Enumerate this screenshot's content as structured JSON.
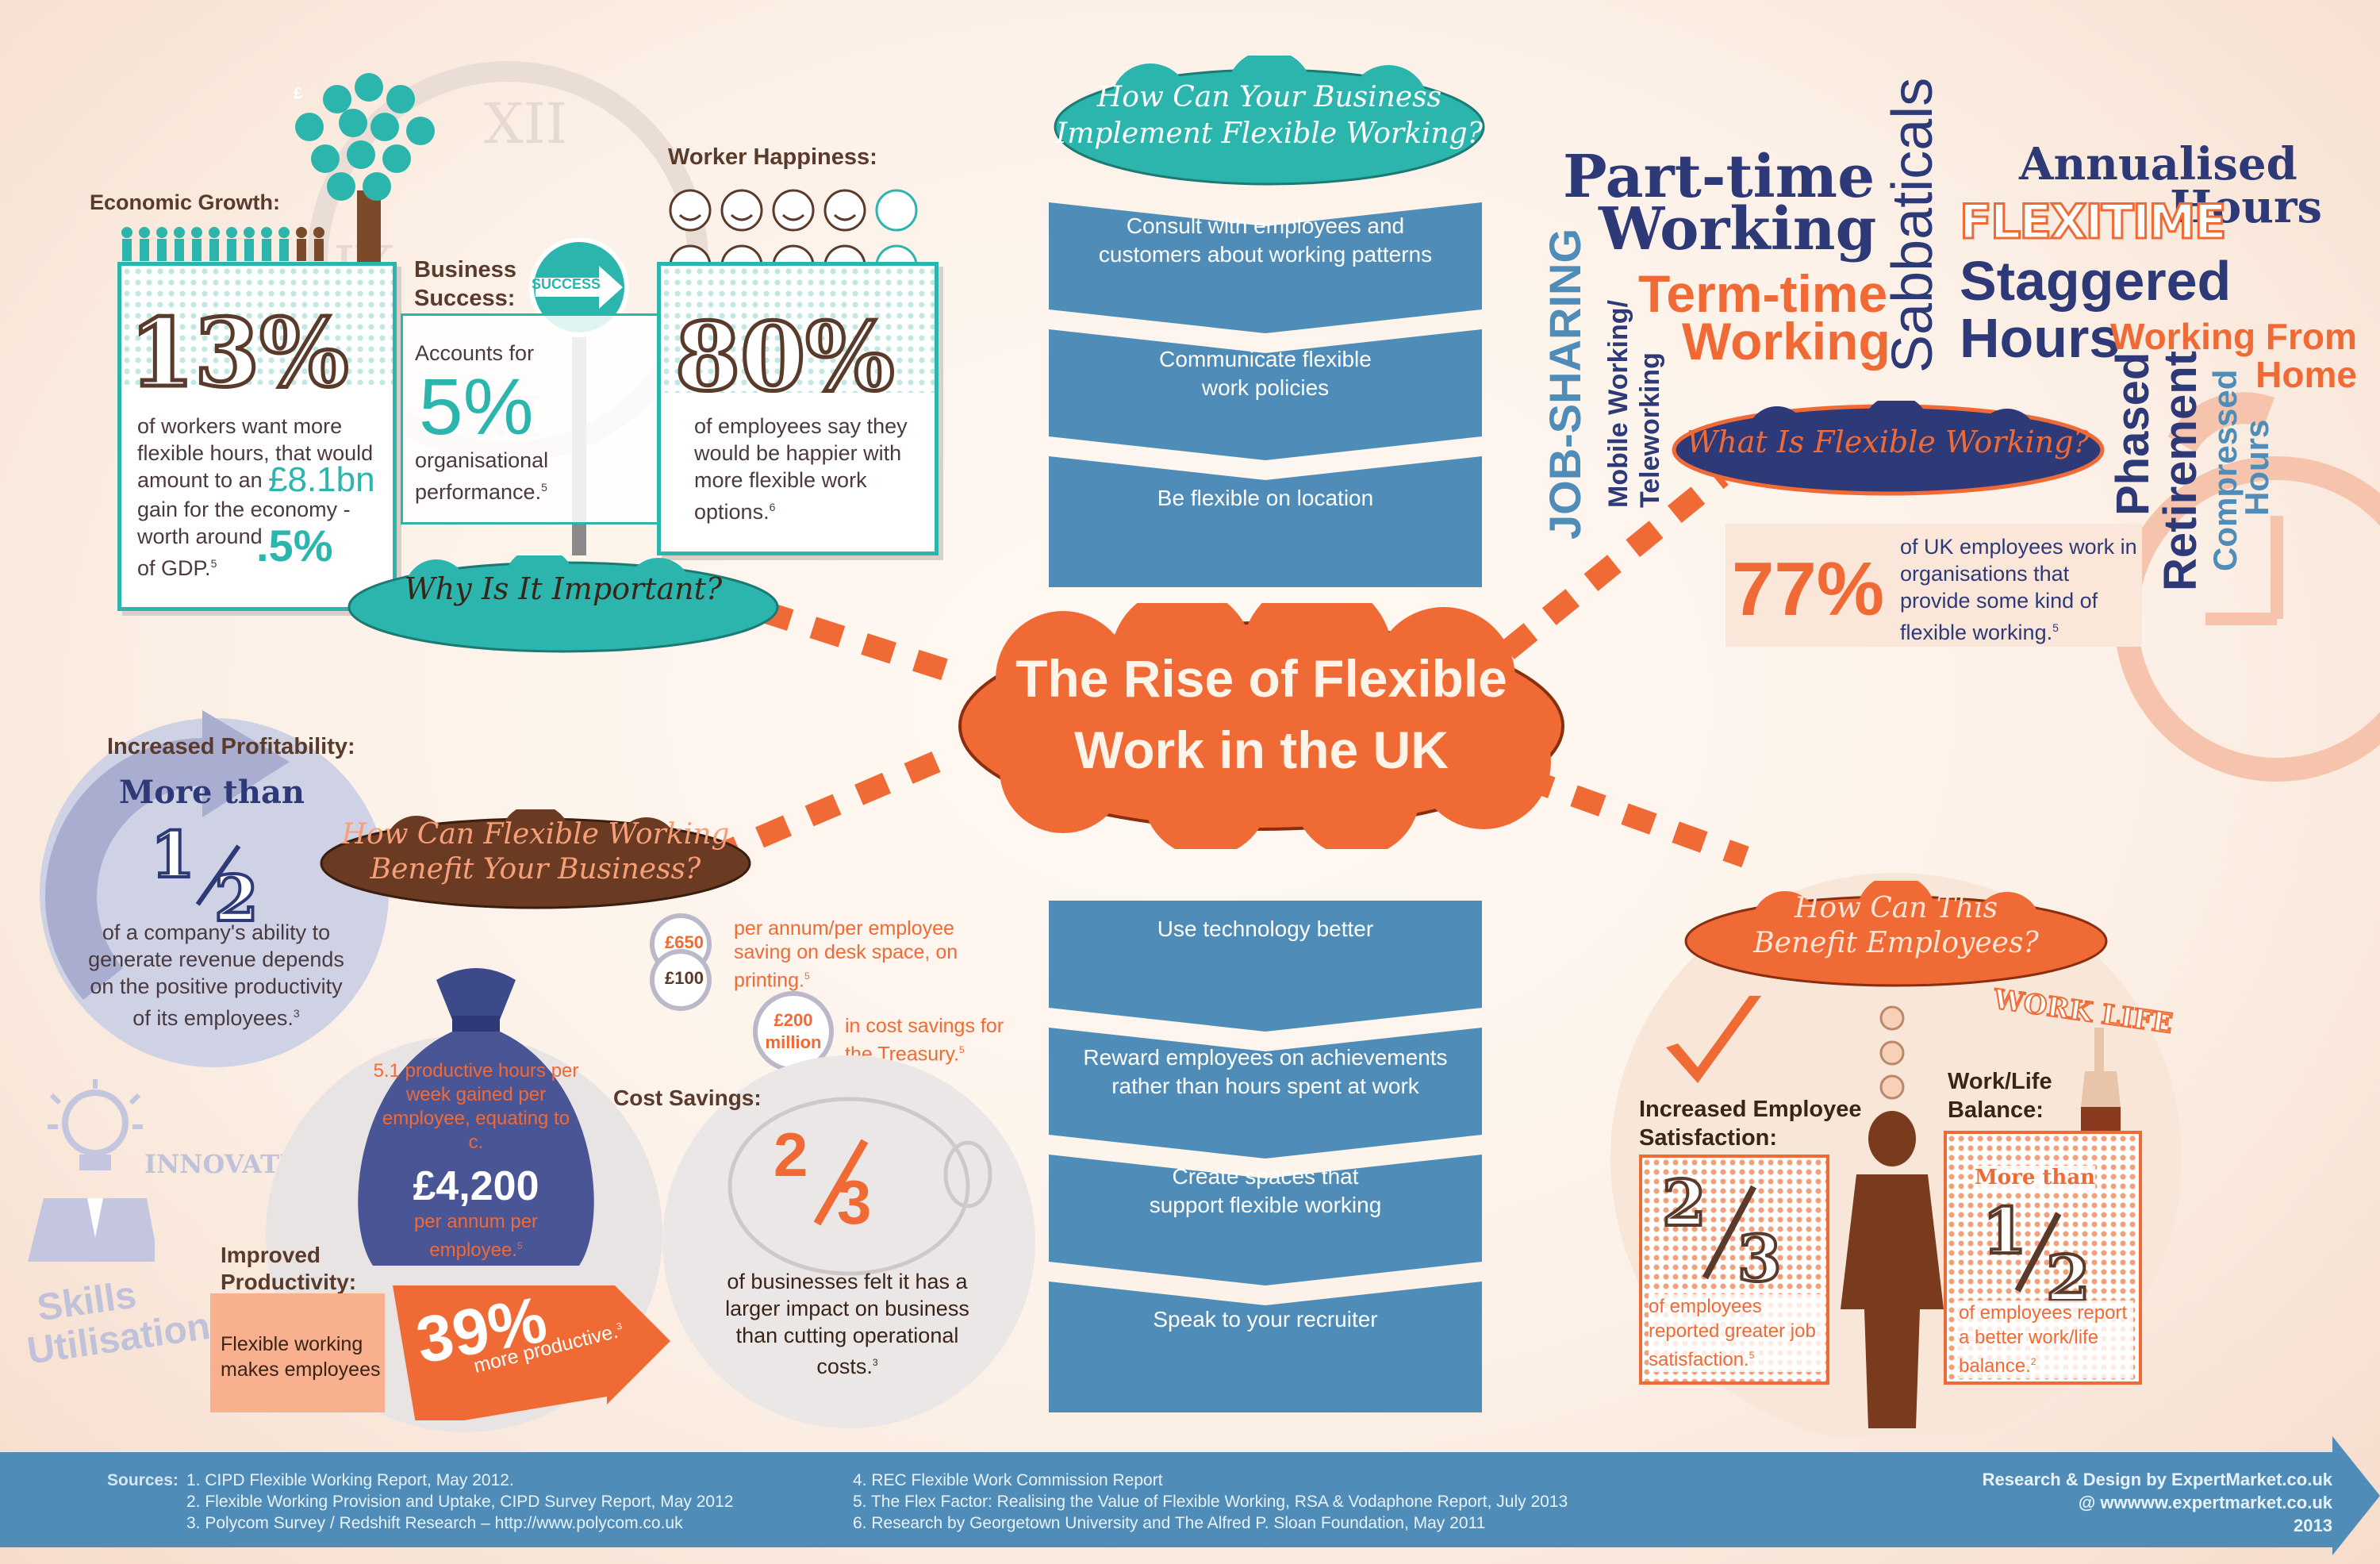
{
  "title": {
    "line1": "The Rise of Flexible",
    "line2": "Work in the UK"
  },
  "why_important": {
    "label": "Why Is It Important?",
    "economic": {
      "heading": "Economic Growth:",
      "percent": "13%",
      "text_a": "of workers want more flexible hours, that would amount to an",
      "amount": "£8.1bn",
      "text_b": "gain for the economy - worth around",
      "gdp": ".5%",
      "text_c": "of GDP.",
      "ref": "5",
      "coin_symbol": "£"
    },
    "business": {
      "heading_1": "Business",
      "heading_2": "Success:",
      "sign": "SUCCESS",
      "accounts": "Accounts for",
      "percent": "5%",
      "text": "organisational performance.",
      "ref": "5"
    },
    "happiness": {
      "heading": "Worker Happiness:",
      "percent": "80%",
      "text": "of employees say they would be happier with more flexible work options.",
      "ref": "6"
    }
  },
  "implement": {
    "label_1": "How Can Your Business",
    "label_2": "Implement Flexible Working?",
    "steps_top": [
      {
        "line1": "Consult with employees and",
        "line2": "customers about working patterns"
      },
      {
        "line1": "Communicate flexible",
        "line2": "work policies"
      },
      {
        "line1": "Be flexible on location",
        "line2": ""
      }
    ],
    "steps_bottom": [
      {
        "line1": "Use technology better",
        "line2": ""
      },
      {
        "line1": "Reward employees on achievements",
        "line2": "rather than hours spent at work"
      },
      {
        "line1": "Create spaces that",
        "line2": "support flexible working"
      },
      {
        "line1": "Speak to your recruiter",
        "line2": ""
      }
    ]
  },
  "what_is": {
    "label": "What Is Flexible Working?",
    "words": {
      "part_time_1": "Part-time",
      "part_time_2": "Working",
      "sabbaticals": "Sabbaticals",
      "annualised_1": "Annualised",
      "annualised_2": "Hours",
      "flexitime": "FLEXITIME",
      "term_time_1": "Term-time",
      "term_time_2": "Working",
      "staggered_1": "Staggered",
      "staggered_2": "Hours",
      "wfh_1": "Working From",
      "wfh_2": "Home",
      "job_sharing": "JOB-SHARING",
      "mobile_1": "Mobile Working/",
      "mobile_2": "Teleworking",
      "phased": "Phased",
      "retirement": "Retirement",
      "compressed_1": "Compressed",
      "compressed_2": "Hours"
    },
    "stat": {
      "percent": "77%",
      "text": "of UK employees work in organisations that provide some kind of flexible working.",
      "ref": "5"
    }
  },
  "benefit_business": {
    "label_1": "How Can Flexible Working",
    "label_2": "Benefit Your Business?",
    "profitability": {
      "heading": "Increased Profitability:",
      "more_than": "More than",
      "num": "1",
      "den": "2",
      "text": "of a company's ability to generate revenue depends on the positive productivity of its employees.",
      "ref": "3"
    },
    "innovation": "INNOVATION",
    "skills_1": "Skills",
    "skills_2": "Utilisation",
    "bag": {
      "text": "5.1 productive hours per week gained per employee, equating to c.",
      "amount": "£4,200",
      "per": "per annum per employee.",
      "ref": "5"
    },
    "productivity": {
      "heading_1": "Improved",
      "heading_2": "Productivity:",
      "text": "Flexible working makes employees",
      "percent": "39%",
      "more": "more productive.",
      "ref": "3"
    },
    "printing": {
      "coin_1": "£650",
      "coin_2": "£100",
      "text": "per annum/per employee saving on desk space, on printing.",
      "ref": "5"
    },
    "treasury": {
      "coin_1": "£200",
      "coin_2": "million",
      "text": "in cost savings for the Treasury.",
      "ref": "5"
    },
    "cost": {
      "heading": "Cost Savings:",
      "num": "2",
      "den": "3",
      "text": "of businesses felt it has a larger impact on business than cutting operational costs.",
      "ref": "3"
    }
  },
  "benefit_employees": {
    "label_1": "How Can This",
    "label_2": "Benefit Employees?",
    "satisfaction": {
      "heading_1": "Increased Employee",
      "heading_2": "Satisfaction:",
      "num": "2",
      "den": "3",
      "text": "of employees reported greater job satisfaction.",
      "ref": "5"
    },
    "balance": {
      "heading_1": "Work/Life",
      "heading_2": "Balance:",
      "sign": "WORK LIFE",
      "more_than": "More than",
      "num": "1",
      "den": "2",
      "text": "of employees report a better work/life balance.",
      "ref": "2"
    }
  },
  "footer": {
    "sources_label": "Sources:",
    "sources_left": [
      "1. CIPD Flexible Working Report, May 2012.",
      "2. Flexible Working Provision and Uptake, CIPD Survey Report, May 2012",
      "3. Polycom Survey / Redshift Research – http://www.polycom.co.uk"
    ],
    "sources_right": [
      "4. REC Flexible Work Commission Report",
      "5. The Flex Factor: Realising the Value of Flexible Working, RSA & Vodaphone Report, July 2013",
      "6. Research by Georgetown University and The Alfred P. Sloan Foundation, May 2011"
    ],
    "credit_1": "Research & Design by ExpertMarket.co.uk",
    "credit_2": "@ wwwww.expertmarket.co.uk",
    "credit_3": "2013"
  },
  "colors": {
    "navy": "#2e3a78",
    "orange": "#f06a35",
    "teal": "#2bb5ad",
    "steel_blue": "#4f8db8",
    "brown": "#6b3a22"
  }
}
